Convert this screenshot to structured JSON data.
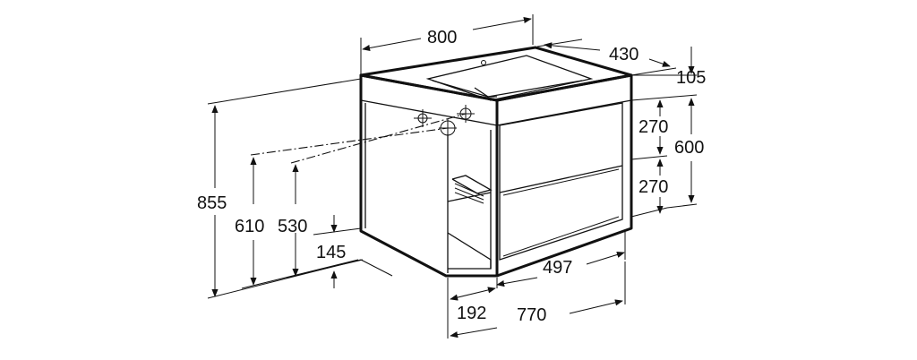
{
  "dimensions": {
    "overall_width": "800",
    "depth": "430",
    "basin_height": "105",
    "drawer_top_height": "270",
    "drawer_bottom_height": "270",
    "front_height": "600",
    "total_height": "855",
    "fixing_height_610": "610",
    "fixing_height_530": "530",
    "plinth_gap": "145",
    "drawer_width": "497",
    "shelf_width": "192",
    "body_width": "770"
  }
}
